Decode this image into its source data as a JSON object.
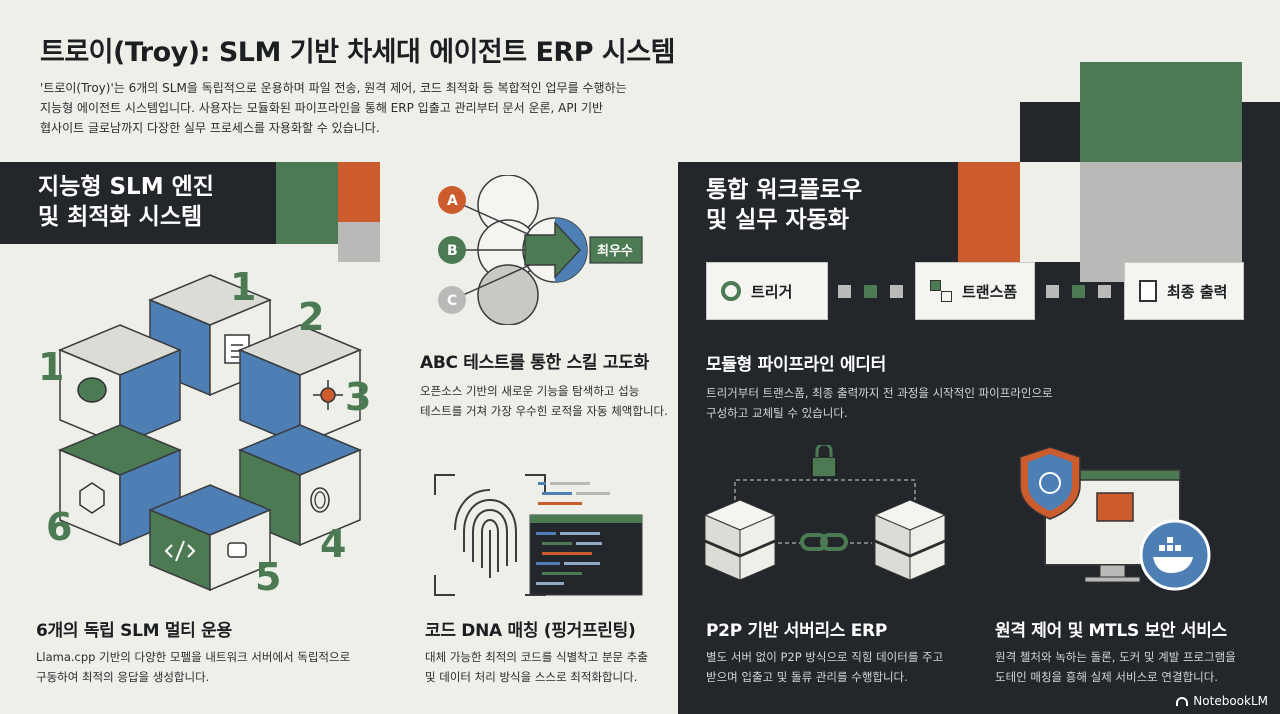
{
  "header": {
    "title": "트로이(Troy): SLM 기반 차세대 에이전트 ERP 시스템",
    "intro_lines": [
      "'트로이(Troy)'는 6개의 SLM을 독립적으로 운용하며 파일 전송, 원격 제어, 코드 최적화 등 복합적인 업무를 수행하는",
      "지능형 에이전트 시스템입니다. 사용자는 모듈화된 파이프라인을 통해 ERP 입출고 관리부터 문서 운론, API 기반",
      "협사이트 글로남까지 다장한 실무 프로세스를 자용화할 수 있습니다."
    ]
  },
  "left_band": {
    "line1": "지능형 SLM 엔진",
    "line2": "및 최적화 시스템"
  },
  "cubes": {
    "numbers": [
      "1",
      "1",
      "2",
      "3",
      "4",
      "5",
      "6"
    ]
  },
  "abc": {
    "letters": [
      "A",
      "B",
      "C"
    ],
    "best_label": "최우수",
    "heading": "ABC 테스트를 통한 스킬 고도화",
    "desc_lines": [
      "오픈소스 기반의 새로운 기능을 탐색하고 섭능",
      "테스트를 거쳐 가장 우수힌 로적을 자동 체액합니다."
    ]
  },
  "multi_slm": {
    "heading": "6개의 독립 SLM 멀티 운용",
    "desc_lines": [
      "Llama.cpp 기반의 다양한 모펠을 내트워크 서버에서 독립적으로",
      "구동하여 최적의 응답을 생성합니다."
    ]
  },
  "code_dna": {
    "heading": "코드 DNA 매칭 (핑거프린팅)",
    "desc_lines": [
      "대체 가능한 최적의 코드를 식별착고 분문 추출",
      "및 데이터 처리 방식을 스스로 최적화합니다."
    ]
  },
  "right_band": {
    "line1": "통합 워크플로우",
    "line2": "및 실무 자동화"
  },
  "flow": {
    "trigger": "트리거",
    "transform": "트랜스폼",
    "output": "최종 출력"
  },
  "pipeline": {
    "heading": "모듈형 파이프라인 에디터",
    "desc_lines": [
      "트리거부터 트랜스폼, 최종 출력까지 전 과정을 시작적인 파이프라인으로",
      "구성하고 교체틸 수 있습니다."
    ]
  },
  "p2p": {
    "heading": "P2P 기반 서버리스 ERP",
    "desc_lines": [
      "별도 서버 없이 P2P 방식으로 직힘 데이터를 주고",
      "받으며 입출고 및 돌류 관리를 수행합니다."
    ]
  },
  "remote": {
    "heading": "원격 제어 및 MTLS 보안 서비스",
    "desc_lines": [
      "원격 첼처와 녹하는 돌론, 도커 및 계발 프로그램을",
      "도테인 매칭을 흥해 실제 서비스로 연결합니다."
    ]
  },
  "brand": {
    "label": "NotebookLM"
  },
  "colors": {
    "green": "#4c7a52",
    "orange": "#cc5b2e",
    "blue": "#4d7fb5",
    "grey": "#b9bab7",
    "dark": "#23262b"
  }
}
